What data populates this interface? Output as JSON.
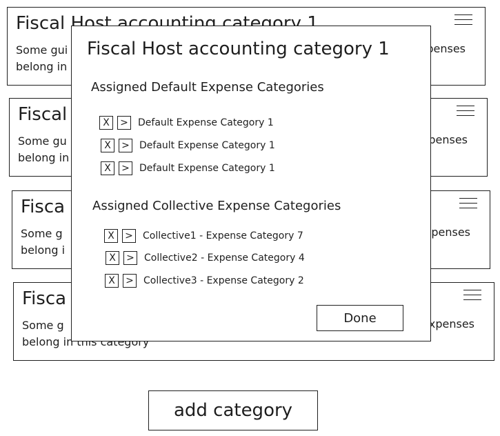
{
  "cards": [
    {
      "title": "Fiscal Host accounting category 1",
      "desc_line1": "Some gui",
      "desc_line2": "belong in",
      "right_text": "penses"
    },
    {
      "title": "Fiscal",
      "desc_line1": "Some gu",
      "desc_line2": "belong in",
      "right_text": "penses"
    },
    {
      "title": "Fisca",
      "desc_line1": "Some g",
      "desc_line2": "belong i",
      "right_text": "xpenses"
    },
    {
      "title": "Fisca",
      "desc_line1": "Some g",
      "desc_line2": "belong in this category",
      "right_text": "xpenses"
    }
  ],
  "modal": {
    "title": "Fiscal Host accounting category 1",
    "default_section_title": "Assigned Default Expense Categories",
    "default_items": [
      "Default Expense Category 1",
      "Default Expense Category 1",
      "Default Expense Category 1"
    ],
    "collective_section_title": "Assigned Collective Expense Categories",
    "collective_items": [
      "Collective1 - Expense Category 7",
      "Collective2 - Expense Category 4",
      "Collective3 - Expense Category 2"
    ],
    "remove_glyph": "X",
    "open_glyph": ">",
    "done_label": "Done"
  },
  "add_category_label": "add category",
  "icons": {
    "menu": "hamburger-icon",
    "remove": "close-icon",
    "open": "chevron-right-icon"
  }
}
